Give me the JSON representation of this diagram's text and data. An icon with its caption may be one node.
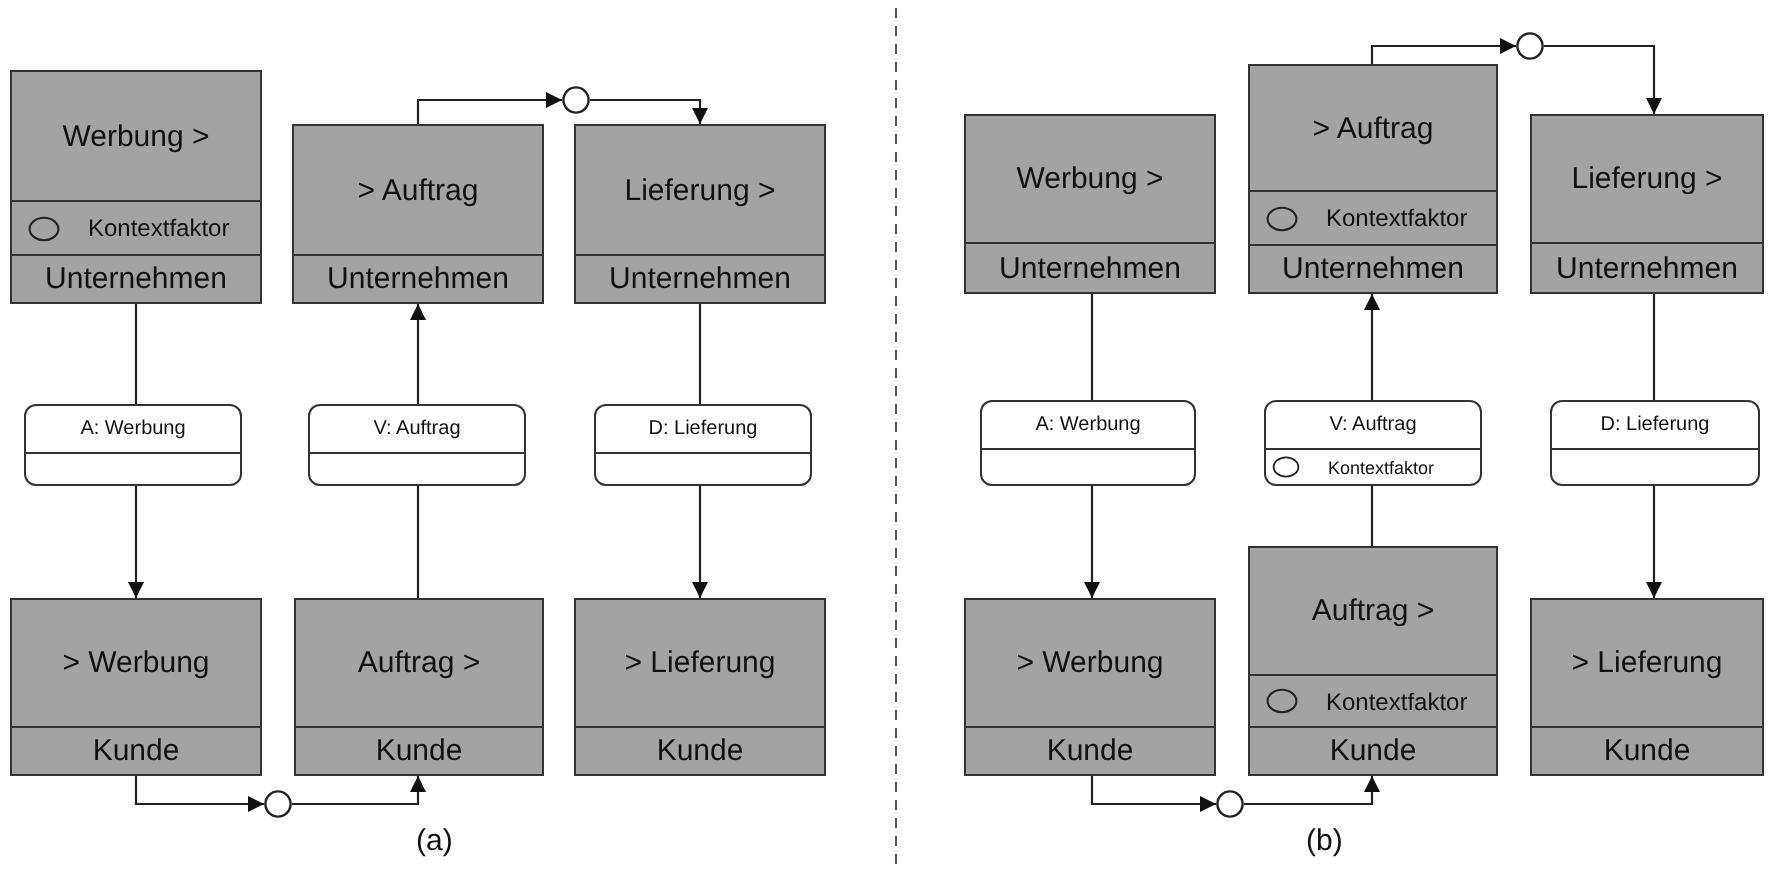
{
  "diagram": {
    "nodes": [
      {
        "text": [
          "Werbung >",
          "Kontextfaktor",
          "Unternehmen"
        ]
      },
      {
        "text": [
          "> Auftrag",
          "Unternehmen"
        ]
      },
      {
        "text": [
          "Lieferung >",
          "Unternehmen"
        ]
      },
      {
        "text": [
          "A: Werbung"
        ]
      },
      {
        "text": [
          "V: Auftrag"
        ]
      },
      {
        "text": [
          "D: Lieferung"
        ]
      },
      {
        "text": [
          "> Werbung",
          "Kunde"
        ]
      },
      {
        "text": [
          "Auftrag >",
          "Kunde"
        ]
      },
      {
        "text": [
          "> Lieferung",
          "Kunde"
        ]
      },
      {
        "text": [],
        "shape": "circle"
      },
      {
        "text": [],
        "shape": "circle"
      },
      {
        "text": [
          "Werbung >",
          "Unternehmen"
        ]
      },
      {
        "text": [
          "> Auftrag",
          "Kontextfaktor",
          "Unternehmen"
        ]
      },
      {
        "text": [
          "Lieferung >",
          "Unternehmen"
        ]
      },
      {
        "text": [
          "A: Werbung"
        ]
      },
      {
        "text": [
          "V: Auftrag",
          "Kontextfaktor"
        ]
      },
      {
        "text": [
          "D: Lieferung"
        ]
      },
      {
        "text": [
          "> Werbung",
          "Kunde"
        ]
      },
      {
        "text": [
          "Auftrag >",
          "Kontextfaktor",
          "Kunde"
        ]
      },
      {
        "text": [
          "> Lieferung",
          "Kunde"
        ]
      },
      {
        "text": [],
        "shape": "circle"
      },
      {
        "text": [],
        "shape": "circle"
      }
    ],
    "edges": [
      {
        "from": 0,
        "to": 3,
        "arrow": "none"
      },
      {
        "from": 3,
        "to": 6,
        "arrow": "to"
      },
      {
        "from": 7,
        "to": 4,
        "arrow": "none"
      },
      {
        "from": 4,
        "to": 1,
        "arrow": "to"
      },
      {
        "from": 2,
        "to": 5,
        "arrow": "none"
      },
      {
        "from": 5,
        "to": 8,
        "arrow": "to"
      },
      {
        "from": 1,
        "to": 9,
        "arrow": "to"
      },
      {
        "from": 9,
        "to": 2,
        "arrow": "to"
      },
      {
        "from": 6,
        "to": 10,
        "arrow": "to"
      },
      {
        "from": 10,
        "to": 7,
        "arrow": "to"
      },
      {
        "from": 11,
        "to": 14,
        "arrow": "none"
      },
      {
        "from": 14,
        "to": 17,
        "arrow": "to"
      },
      {
        "from": 18,
        "to": 15,
        "arrow": "none"
      },
      {
        "from": 15,
        "to": 12,
        "arrow": "to"
      },
      {
        "from": 13,
        "to": 16,
        "arrow": "none"
      },
      {
        "from": 16,
        "to": 19,
        "arrow": "to"
      },
      {
        "from": 12,
        "to": 20,
        "arrow": "to"
      },
      {
        "from": 20,
        "to": 13,
        "arrow": "to"
      },
      {
        "from": 17,
        "to": 21,
        "arrow": "to"
      },
      {
        "from": 21,
        "to": 18,
        "arrow": "to"
      }
    ],
    "labels": [
      "(a)",
      "(b)"
    ]
  }
}
